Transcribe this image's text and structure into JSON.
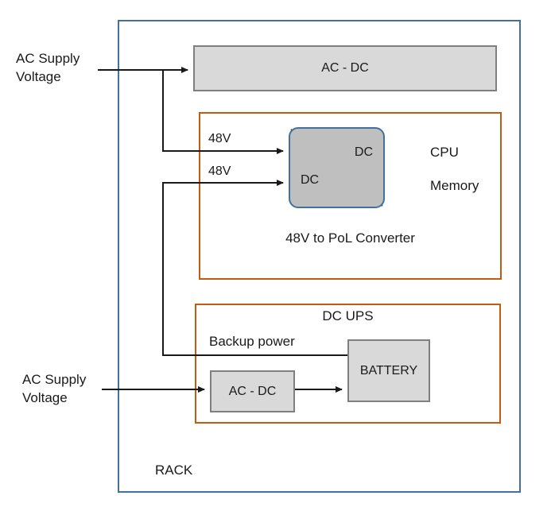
{
  "diagram": {
    "rack_label": "RACK",
    "ac_dc_main_label": "AC - DC",
    "supply_top": {
      "line1": "AC Supply",
      "line2": "Voltage"
    },
    "supply_bottom": {
      "line1": "AC Supply",
      "line2": "Voltage"
    },
    "pol": {
      "label_48v_top": "48V",
      "label_48v_bottom": "48V",
      "converter_dc_top": "DC",
      "converter_dc_bottom": "DC",
      "cpu_label": "CPU",
      "memory_label": "Memory",
      "caption": "48V to PoL Converter"
    },
    "ups": {
      "title": "DC UPS",
      "backup_power_label": "Backup power",
      "battery_label": "BATTERY",
      "ac_dc_label": "AC - DC"
    },
    "colors": {
      "rack_border": "#41719c",
      "section_border": "#c55a11",
      "box_fill": "#d9d9d9",
      "box_border": "#7f7f7f",
      "converter_fill": "#bfbfbf",
      "converter_border": "#41719c",
      "wire": "#1a1a1a"
    }
  }
}
